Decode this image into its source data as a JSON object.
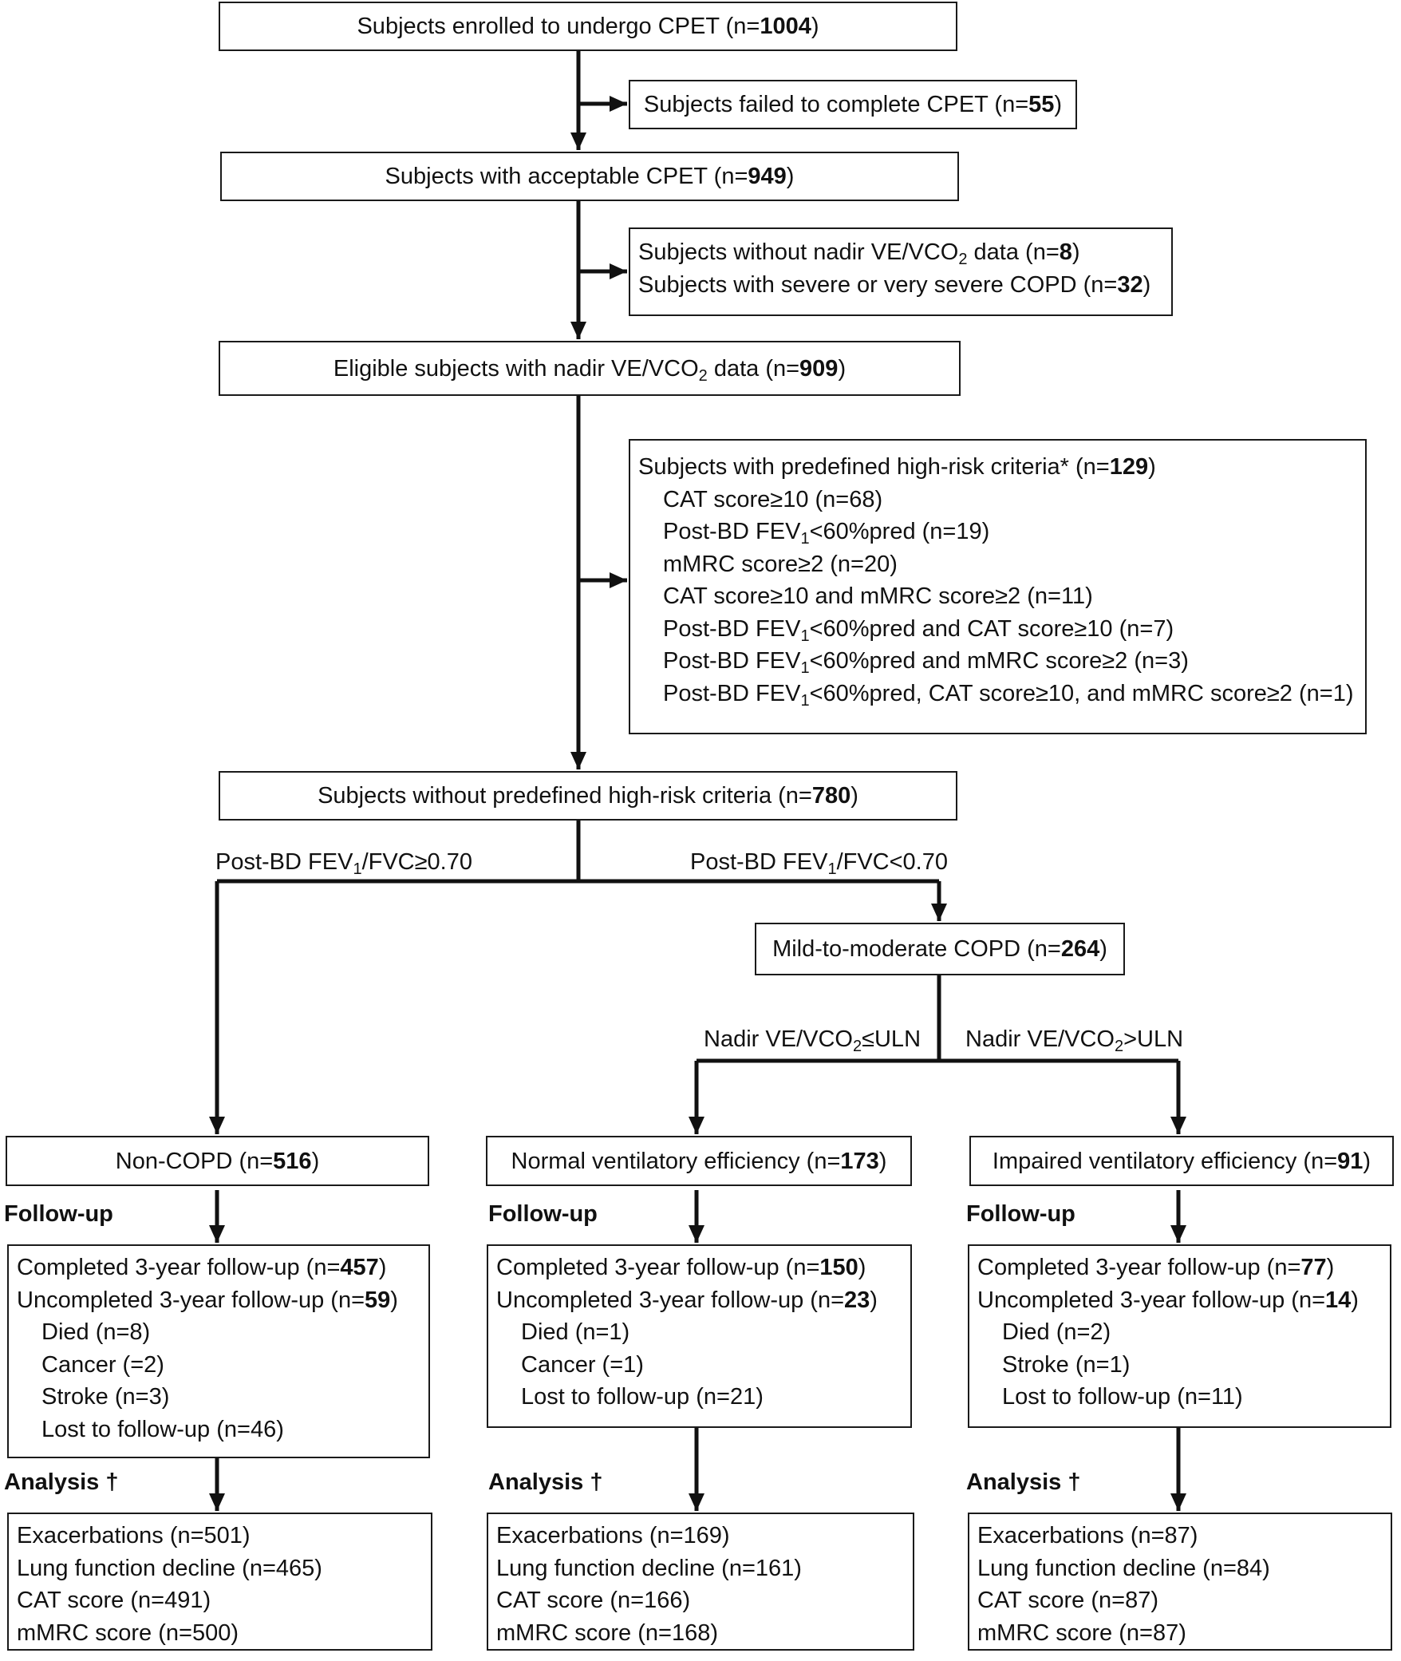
{
  "flow": {
    "enrolled": {
      "pre": "Subjects enrolled to undergo CPET (n=",
      "n": "1004",
      "post": ")"
    },
    "failed": {
      "pre": "Subjects failed to complete CPET (n=",
      "n": "55",
      "post": ")"
    },
    "acceptable": {
      "pre": "Subjects with acceptable CPET (n=",
      "n": "949",
      "post": ")"
    },
    "excluded": {
      "line1": {
        "pre": "Subjects without nadir VE/VCO",
        "sub": "2",
        "mid": " data (n=",
        "n": "8",
        "post": ")"
      },
      "line2": {
        "pre": "Subjects with severe or very severe COPD (n=",
        "n": "32",
        "post": ")"
      }
    },
    "eligible": {
      "pre": "Eligible subjects with nadir VE/VCO",
      "sub": "2",
      "mid": " data (n=",
      "n": "909",
      "post": ")"
    },
    "high_risk": {
      "header": {
        "pre": "Subjects with predefined high-risk criteria* (n=",
        "n": "129",
        "post": ")"
      },
      "items": [
        {
          "pre": "CAT score≥10 (n=68)",
          "sub": "",
          "post": ""
        },
        {
          "pre": "Post-BD FEV",
          "sub": "1",
          "post": "<60%pred (n=19)"
        },
        {
          "pre": "mMRC score≥2 (n=20)",
          "sub": "",
          "post": ""
        },
        {
          "pre": "CAT score≥10 and mMRC score≥2 (n=11)",
          "sub": "",
          "post": ""
        },
        {
          "pre": "Post-BD FEV",
          "sub": "1",
          "post": "<60%pred and CAT score≥10 (n=7)"
        },
        {
          "pre": "Post-BD FEV",
          "sub": "1",
          "post": "<60%pred and mMRC score≥2 (n=3)"
        },
        {
          "pre": "Post-BD FEV",
          "sub": "1",
          "post": "<60%pred, CAT score≥10, and mMRC score≥2 (n=1)"
        }
      ]
    },
    "without_high_risk": {
      "pre": "Subjects without predefined high-risk criteria (n=",
      "n": "780",
      "post": ")"
    },
    "split_left": {
      "pre": "Post-BD FEV",
      "sub": "1",
      "post": "/FVC≥0.70"
    },
    "split_right": {
      "pre": "Post-BD FEV",
      "sub": "1",
      "post": "/FVC<0.70"
    },
    "mild_copd": {
      "pre": "Mild-to-moderate COPD (n=",
      "n": "264",
      "post": ")"
    },
    "nadir_le": {
      "pre": "Nadir VE/VCO",
      "sub": "2",
      "post": "≤ULN"
    },
    "nadir_gt": {
      "pre": "Nadir VE/VCO",
      "sub": "2",
      "post": ">ULN"
    }
  },
  "labels": {
    "follow_up": "Follow-up",
    "analysis": "Analysis †"
  },
  "columns": [
    {
      "group": {
        "pre": "Non-COPD (n=",
        "n": "516",
        "post": ")"
      },
      "followup": [
        {
          "pre": "Completed 3-year follow-up (n=",
          "n": "457",
          "post": ")"
        },
        {
          "pre": "Uncompleted 3-year follow-up (n=",
          "n": "59",
          "post": ")"
        }
      ],
      "followup_details": [
        "Died (n=8)",
        "Cancer (=2)",
        "Stroke (n=3)",
        "Lost to follow-up (n=46)"
      ],
      "analysis": [
        "Exacerbations (n=501)",
        "Lung function decline (n=465)",
        "CAT score (n=491)",
        "mMRC score (n=500)"
      ]
    },
    {
      "group": {
        "pre": "Normal ventilatory efficiency (n=",
        "n": "173",
        "post": ")"
      },
      "followup": [
        {
          "pre": "Completed 3-year follow-up (n=",
          "n": "150",
          "post": ")"
        },
        {
          "pre": "Uncompleted 3-year follow-up (n=",
          "n": "23",
          "post": ")"
        }
      ],
      "followup_details": [
        "Died (n=1)",
        "Cancer (=1)",
        "Lost to follow-up (n=21)"
      ],
      "analysis": [
        "Exacerbations (n=169)",
        "Lung function decline (n=161)",
        "CAT score (n=166)",
        "mMRC score (n=168)"
      ]
    },
    {
      "group": {
        "pre": "Impaired ventilatory efficiency (n=",
        "n": "91",
        "post": ")"
      },
      "followup": [
        {
          "pre": "Completed 3-year follow-up (n=",
          "n": "77",
          "post": ")"
        },
        {
          "pre": "Uncompleted 3-year follow-up (n=",
          "n": "14",
          "post": ")"
        }
      ],
      "followup_details": [
        "Died (n=2)",
        "Stroke (n=1)",
        "Lost to follow-up (n=11)"
      ],
      "analysis": [
        "Exacerbations (n=87)",
        "Lung function decline (n=84)",
        "CAT score (n=87)",
        "mMRC score (n=87)"
      ]
    }
  ]
}
